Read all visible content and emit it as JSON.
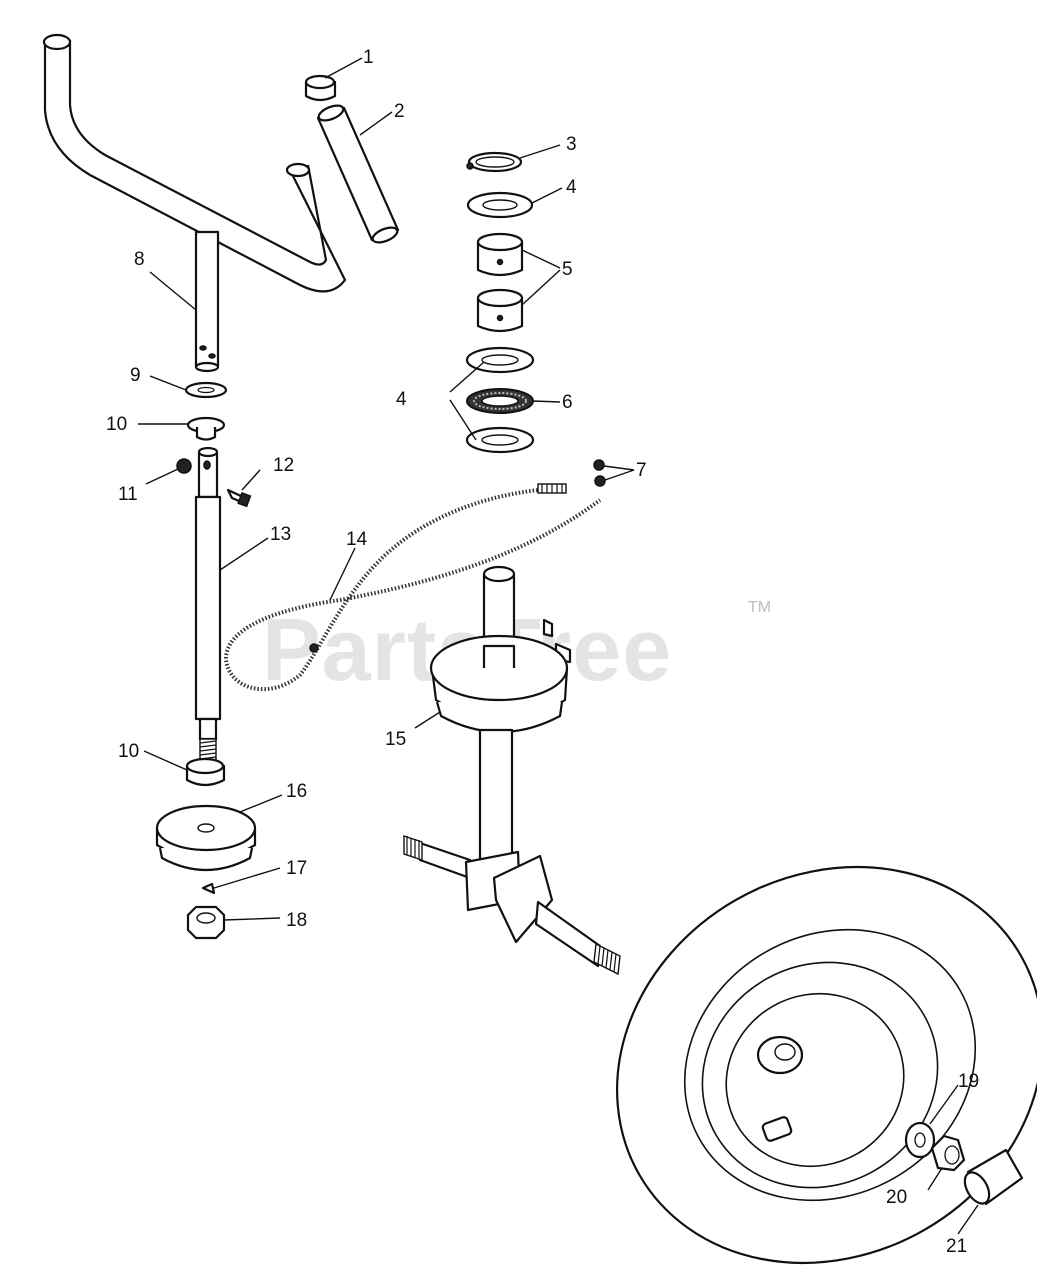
{
  "watermark": {
    "text": "PartsTree",
    "mark": "TM"
  },
  "callouts": [
    {
      "id": "c1",
      "label": "1"
    },
    {
      "id": "c2",
      "label": "2"
    },
    {
      "id": "c3",
      "label": "3"
    },
    {
      "id": "c4a",
      "label": "4"
    },
    {
      "id": "c4b",
      "label": "4"
    },
    {
      "id": "c5",
      "label": "5"
    },
    {
      "id": "c6",
      "label": "6"
    },
    {
      "id": "c7",
      "label": "7"
    },
    {
      "id": "c8",
      "label": "8"
    },
    {
      "id": "c9",
      "label": "9"
    },
    {
      "id": "c10a",
      "label": "10"
    },
    {
      "id": "c10b",
      "label": "10"
    },
    {
      "id": "c11",
      "label": "11"
    },
    {
      "id": "c12",
      "label": "12"
    },
    {
      "id": "c13",
      "label": "13"
    },
    {
      "id": "c14",
      "label": "14"
    },
    {
      "id": "c15",
      "label": "15"
    },
    {
      "id": "c16",
      "label": "16"
    },
    {
      "id": "c17",
      "label": "17"
    },
    {
      "id": "c18",
      "label": "18"
    },
    {
      "id": "c19",
      "label": "19"
    },
    {
      "id": "c20",
      "label": "20"
    },
    {
      "id": "c21",
      "label": "21"
    }
  ]
}
